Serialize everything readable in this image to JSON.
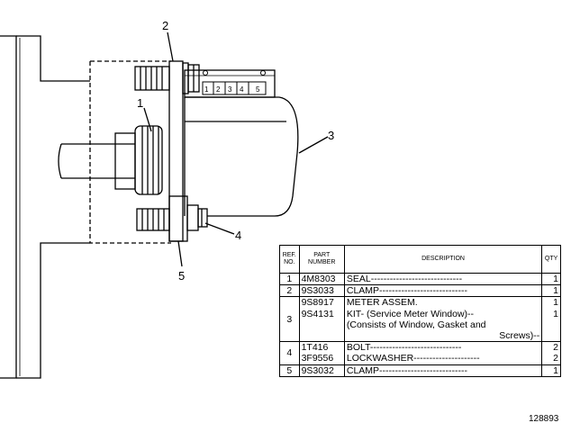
{
  "callouts": [
    "2",
    "1",
    "3",
    "4",
    "5"
  ],
  "odometer_digits": [
    "1",
    "2",
    "3",
    "4",
    "5"
  ],
  "table": {
    "headers": {
      "ref": [
        "REF.",
        "NO."
      ],
      "part": [
        "PART",
        "NUMBER"
      ],
      "description": "DESCRIPTION",
      "qty": "QTY"
    },
    "rows": [
      {
        "ref": "1",
        "parts": [
          "4M8303"
        ],
        "desc": [
          "SEAL-----------------------------"
        ],
        "qty": [
          "1"
        ]
      },
      {
        "ref": "2",
        "parts": [
          "9S3033"
        ],
        "desc": [
          "CLAMP----------------------------"
        ],
        "qty": [
          "1"
        ]
      },
      {
        "ref": "3",
        "parts": [
          "9S8917",
          "9S4131"
        ],
        "desc": [
          "METER ASSEM.",
          "KIT-   (Service Meter Window)--",
          "(Consists of Window, Gasket and",
          "Screws)--"
        ],
        "qty": [
          "1",
          "1"
        ]
      },
      {
        "ref": "4",
        "parts": [
          "1T416",
          "3F9556"
        ],
        "desc": [
          "BOLT-----------------------------",
          "LOCKWASHER---------------------"
        ],
        "qty": [
          "2",
          "2"
        ]
      },
      {
        "ref": "5",
        "parts": [
          "9S3032"
        ],
        "desc": [
          "CLAMP----------------------------"
        ],
        "qty": [
          "1"
        ]
      }
    ]
  },
  "figure_code": "128893"
}
